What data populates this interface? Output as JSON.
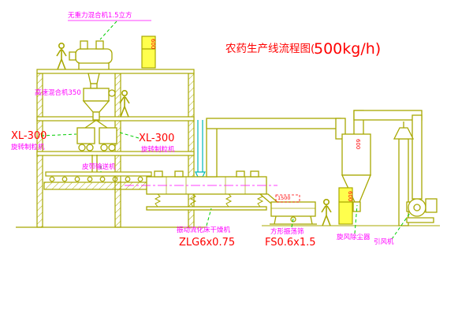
{
  "title": {
    "main": "农药生产线流程图(",
    "capacity": "500kg/h)"
  },
  "labels": {
    "zero_gravity_mixer": "无重力混合机1.5立方",
    "high_speed_mixer": "高速混合机350",
    "granulator_left_model": "XL-300",
    "granulator_left": "旋转制粒机",
    "granulator_right_model": "XL-300",
    "granulator_right": "旋转制粒机",
    "belt_conveyor": "皮带输送机",
    "fluid_bed_dryer": "振动流化床干燥机",
    "fluid_bed_dryer_model": "ZLG6x0.75",
    "square_sieve": "方形振荡筛",
    "square_sieve_model": "FS0.6x1.5",
    "sieve_dimension": "1500",
    "cyclone_dust_collector": "旋风除尘器",
    "induced_draft_fan": "引风机",
    "cabinet_top_text": "600",
    "cabinet_right_text": "600",
    "cyclone_size_text": "600"
  },
  "colors": {
    "line_olive": "#a8a800",
    "label_magenta": "#ff00ff",
    "label_red": "#ff0000",
    "leader_green": "#00cc00",
    "pipe_cyan": "#00b7b7",
    "cabinet_yellow": "#ffff4d",
    "background": "#ffffff"
  }
}
